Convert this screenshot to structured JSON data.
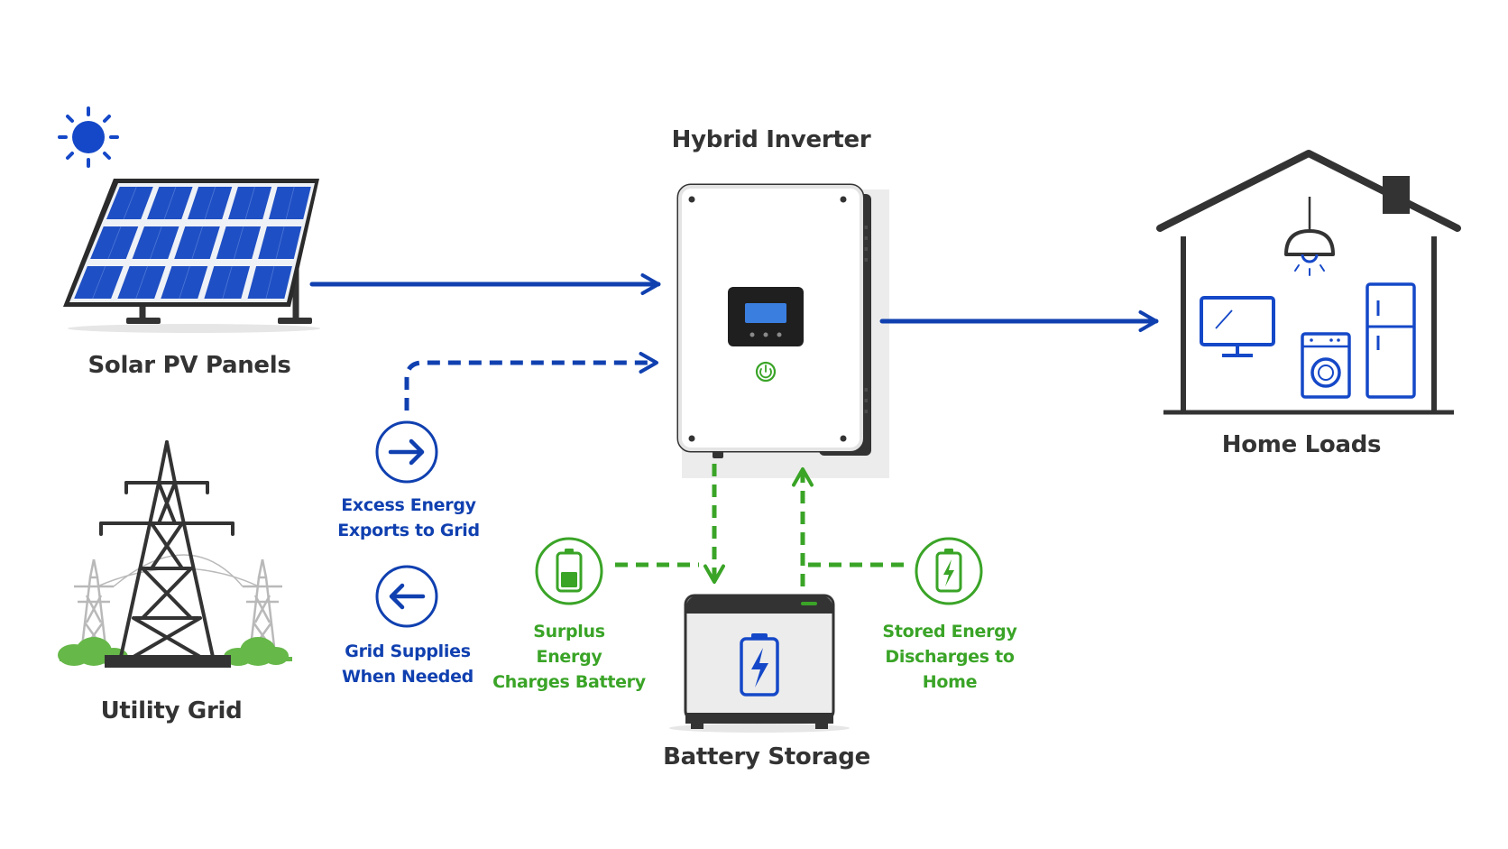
{
  "nodes": {
    "solar": {
      "title": "Solar PV Panels"
    },
    "grid": {
      "title": "Utility Grid"
    },
    "inverter": {
      "title": "Hybrid Inverter"
    },
    "home": {
      "title": "Home Loads"
    },
    "battery": {
      "title": "Battery Storage"
    }
  },
  "flows": {
    "export": {
      "lines": [
        "Excess Energy",
        "Exports to Grid"
      ],
      "icon": "arrow-right-icon"
    },
    "import": {
      "lines": [
        "Grid Supplies",
        "When Needed"
      ],
      "icon": "arrow-left-icon"
    },
    "charge": {
      "lines": [
        "Surplus",
        "Energy",
        "Charges Battery"
      ],
      "icon": "battery-charging-icon"
    },
    "discharge": {
      "lines": [
        "Stored Energy",
        "Discharges to",
        "Home"
      ],
      "icon": "battery-bolt-icon"
    }
  },
  "colors": {
    "blue": "#1040b0",
    "green": "#3aa427",
    "dark": "#333333",
    "panel_blue": "#1f4fc4",
    "screen_blue": "#3a7ee0"
  }
}
